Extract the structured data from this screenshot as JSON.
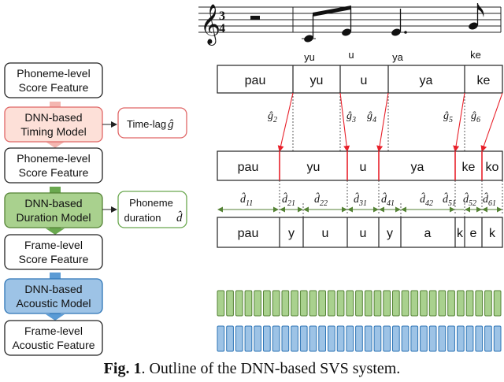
{
  "score": {
    "time_signature": [
      "3",
      "4"
    ],
    "lyrics": [
      "yu",
      "u",
      "ya",
      "ke"
    ]
  },
  "pipeline": {
    "boxes": [
      {
        "id": "phoneme-score-1",
        "lines": [
          "Phoneme-level",
          "Score Feature"
        ],
        "fill": "#ffffff",
        "stroke": "#222222"
      },
      {
        "id": "timing-model",
        "lines": [
          "DNN-based",
          "Timing Model"
        ],
        "fill": "#fde0d8",
        "stroke": "#e06666"
      },
      {
        "id": "phoneme-score-2",
        "lines": [
          "Phoneme-level",
          "Score Feature"
        ],
        "fill": "#ffffff",
        "stroke": "#222222"
      },
      {
        "id": "duration-model",
        "lines": [
          "DNN-based",
          "Duration Model"
        ],
        "fill": "#a9d18e",
        "stroke": "#548235"
      },
      {
        "id": "frame-score",
        "lines": [
          "Frame-level",
          "Score Feature"
        ],
        "fill": "#ffffff",
        "stroke": "#222222"
      },
      {
        "id": "acoustic-model",
        "lines": [
          "DNN-based",
          "Acoustic Model"
        ],
        "fill": "#9dc3e6",
        "stroke": "#2e75b6"
      },
      {
        "id": "acoustic-feature",
        "lines": [
          "Frame-level",
          "Acoustic Feature"
        ],
        "fill": "#ffffff",
        "stroke": "#222222"
      }
    ],
    "timelag_label": "Time-lag",
    "timelag_symbol": "ĝ",
    "duration_label_1": "Phoneme",
    "duration_label_2": "duration",
    "duration_symbol": "d̂"
  },
  "rows": {
    "row1": [
      "pau",
      "yu",
      "u",
      "ya",
      "ke"
    ],
    "row2": [
      "pau",
      "yu",
      "u",
      "ya",
      "ke",
      "ko"
    ],
    "row3": [
      "pau",
      "y",
      "u",
      "u",
      "y",
      "a",
      "k",
      "e",
      "k"
    ]
  },
  "timelags": [
    {
      "base": "ĝ",
      "sub": "2"
    },
    {
      "base": "ĝ",
      "sub": "3"
    },
    {
      "base": "ĝ",
      "sub": "4"
    },
    {
      "base": "ĝ",
      "sub": "5"
    },
    {
      "base": "ĝ",
      "sub": "6"
    }
  ],
  "durations": [
    {
      "base": "d̂",
      "sub": "11"
    },
    {
      "base": "d̂",
      "sub": "21"
    },
    {
      "base": "d̂",
      "sub": "22"
    },
    {
      "base": "d̂",
      "sub": "31"
    },
    {
      "base": "d̂",
      "sub": "41"
    },
    {
      "base": "d̂",
      "sub": "42"
    },
    {
      "base": "d̂",
      "sub": "51"
    },
    {
      "base": "d̂",
      "sub": "52"
    },
    {
      "base": "d̂",
      "sub": "61"
    }
  ],
  "colors": {
    "red": "#e8202a",
    "green_bar_fill": "#a9d18e",
    "green_bar_stroke": "#548235",
    "blue_bar_fill": "#9dc3e6",
    "blue_bar_stroke": "#2e75b6",
    "pink_arrow": "#f4b6b0",
    "green_arrow": "#6aa84f",
    "blue_arrow": "#5b9bd5"
  },
  "caption": {
    "label": "Fig. 1",
    "text": ". Outline of the DNN-based SVS system."
  }
}
